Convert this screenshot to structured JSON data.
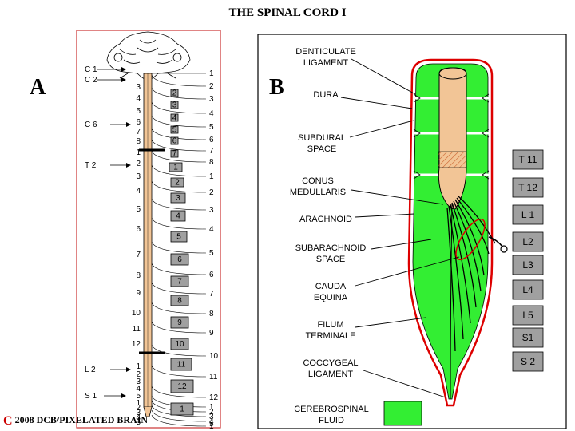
{
  "title": "THE SPINAL CORD I",
  "copyright": "2008  DCB/PIXELATED BRAIN",
  "copyright_symbol": "C",
  "panel_a": {
    "letter": "A",
    "level_labels": [
      "C 1",
      "C 2",
      "C 6",
      "T 2",
      "L 2",
      "S 1"
    ],
    "left_numbers": [
      "3",
      "4",
      "5",
      "6",
      "7",
      "8",
      "1",
      "2",
      "3",
      "4",
      "5",
      "6",
      "7",
      "8",
      "9",
      "10",
      "11",
      "12",
      "1",
      "2",
      "3",
      "4",
      "5",
      "1",
      "2",
      "3",
      "4",
      "5"
    ],
    "right_numbers": [
      "1",
      "2",
      "3",
      "4",
      "5",
      "6",
      "7",
      "8",
      "1",
      "2",
      "3",
      "4",
      "5",
      "6",
      "7",
      "8",
      "9",
      "10",
      "11",
      "12",
      "1",
      "2",
      "3",
      "4",
      "5",
      "1"
    ],
    "box_numbers": [
      "2",
      "3",
      "4",
      "5",
      "6",
      "7",
      "1",
      "2",
      "3",
      "4",
      "5",
      "6",
      "7",
      "8",
      "9",
      "10",
      "11",
      "12",
      "1"
    ]
  },
  "panel_b": {
    "letter": "B",
    "labels": {
      "denticulate_1": "DENTICULATE",
      "denticulate_2": "LIGAMENT",
      "dura": "DURA",
      "subdural_1": "SUBDURAL",
      "subdural_2": "SPACE",
      "conus_1": "CONUS",
      "conus_2": "MEDULLARIS",
      "arachnoid": "ARACHNOID",
      "subarachnoid_1": "SUBARACHNOID",
      "subarachnoid_2": "SPACE",
      "cauda_1": "CAUDA",
      "cauda_2": "EQUINA",
      "filum_1": "FILUM",
      "filum_2": "TERMINALE",
      "coccygeal_1": "COCCYGEAL",
      "coccygeal_2": "LIGAMENT",
      "csf_1": "CEREBROSPINAL",
      "csf_2": "FLUID"
    },
    "vertebra_boxes": [
      "T 11",
      "T 12",
      "L 1",
      "L2",
      "L3",
      "L4",
      "L5",
      "S1",
      "S 2"
    ]
  },
  "colors": {
    "csf_green": "#33ee33",
    "dura_red": "#dd0000",
    "cord_tan": "#f2c596",
    "box_gray": "#a0a0a0",
    "panel_border_red": "#cc3333"
  }
}
